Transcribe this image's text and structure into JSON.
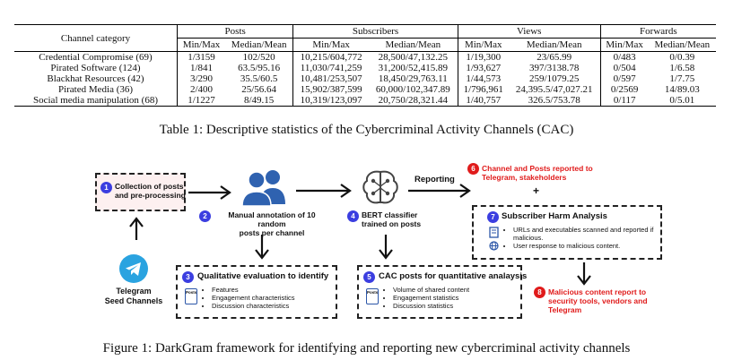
{
  "table": {
    "header_groups": [
      "Channel category",
      "Posts",
      "Subscribers",
      "Views",
      "Forwards"
    ],
    "subheaders": [
      "Min/Max",
      "Median/Mean",
      "Min/Max",
      "Median/Mean",
      "Min/Max",
      "Median/Mean",
      "Min/Max",
      "Median/Mean"
    ],
    "rows": [
      [
        "Credential Compromise (69)",
        "1/3159",
        "102/520",
        "10,215/604,772",
        "28,500/47,132.25",
        "1/19,300",
        "23/65.99",
        "0/483",
        "0/0.39"
      ],
      [
        "Pirated Software (124)",
        "1/841",
        "63.5/95.16",
        "11,030/741,259",
        "31,200/52,415.89",
        "1/93,627",
        "397/3138.78",
        "0/504",
        "1/6.58"
      ],
      [
        "Blackhat Resources (42)",
        "3/290",
        "35.5/60.5",
        "10,481/253,507",
        "18,450/29,763.11",
        "1/44,573",
        "259/1079.25",
        "0/597",
        "1/7.75"
      ],
      [
        "Pirated Media (36)",
        "2/400",
        "25/56.64",
        "15,902/387,599",
        "60,000/102,347.89",
        "1/796,961",
        "24,395.5/47,027.21",
        "0/2569",
        "14/89.03"
      ],
      [
        "Social media manipulation (68)",
        "1/1227",
        "8/49.15",
        "10,319/123,097",
        "20,750/28,321.44",
        "1/40,757",
        "326.5/753.78",
        "0/117",
        "0/5.01"
      ]
    ]
  },
  "table_caption": "Table 1: Descriptive statistics of the Cybercriminal Activity Channels (CAC)",
  "figure": {
    "step1": {
      "num": "1",
      "text_line1": "Collection of posts",
      "text_line2": "and pre-processing"
    },
    "step2": {
      "num": "2",
      "text_line1": "Manual annotation of 10 random",
      "text_line2": "posts per channel"
    },
    "step3": {
      "num": "3",
      "title": "Qualitative evaluation to identify",
      "icon_text": "Posts",
      "bullets": [
        "Features",
        "Engagement characteristics",
        "Discussion characteristics"
      ]
    },
    "step4": {
      "num": "4",
      "text_line1": "BERT classifier",
      "text_line2": "trained on posts"
    },
    "step5": {
      "num": "5",
      "title": "CAC posts for quantitative analaysis",
      "icon_text": "Posts",
      "bullets": [
        "Volume of shared content",
        "Engagement statistics",
        "Discussion statistics"
      ]
    },
    "step6": {
      "num": "6",
      "text_line1": "Channel and Posts reported to",
      "text_line2": "Telegram, stakeholders"
    },
    "step7": {
      "num": "7",
      "title": "Subscriber Harm Analysis",
      "bullets": [
        "URLs and executables scanned and reported if malicious.",
        "User response to malicious content."
      ]
    },
    "step8": {
      "num": "8",
      "text_line1": "Malicious content report to",
      "text_line2": "security tools, vendors and",
      "text_line3": "Telegram"
    },
    "reporting_label": "Reporting",
    "plus": "+",
    "telegram": {
      "line1": "Telegram",
      "line2": "Seed Channels"
    },
    "colors": {
      "step_blue": "#3b3ee0",
      "report_red": "#e01b1b",
      "people_blue": "#2f62b0",
      "telegram_blue": "#2aa3e0",
      "box1_fill": "#fdf0f0"
    }
  },
  "figure_caption": "Figure 1: DarkGram framework for identifying and reporting new cybercriminal activity channels"
}
